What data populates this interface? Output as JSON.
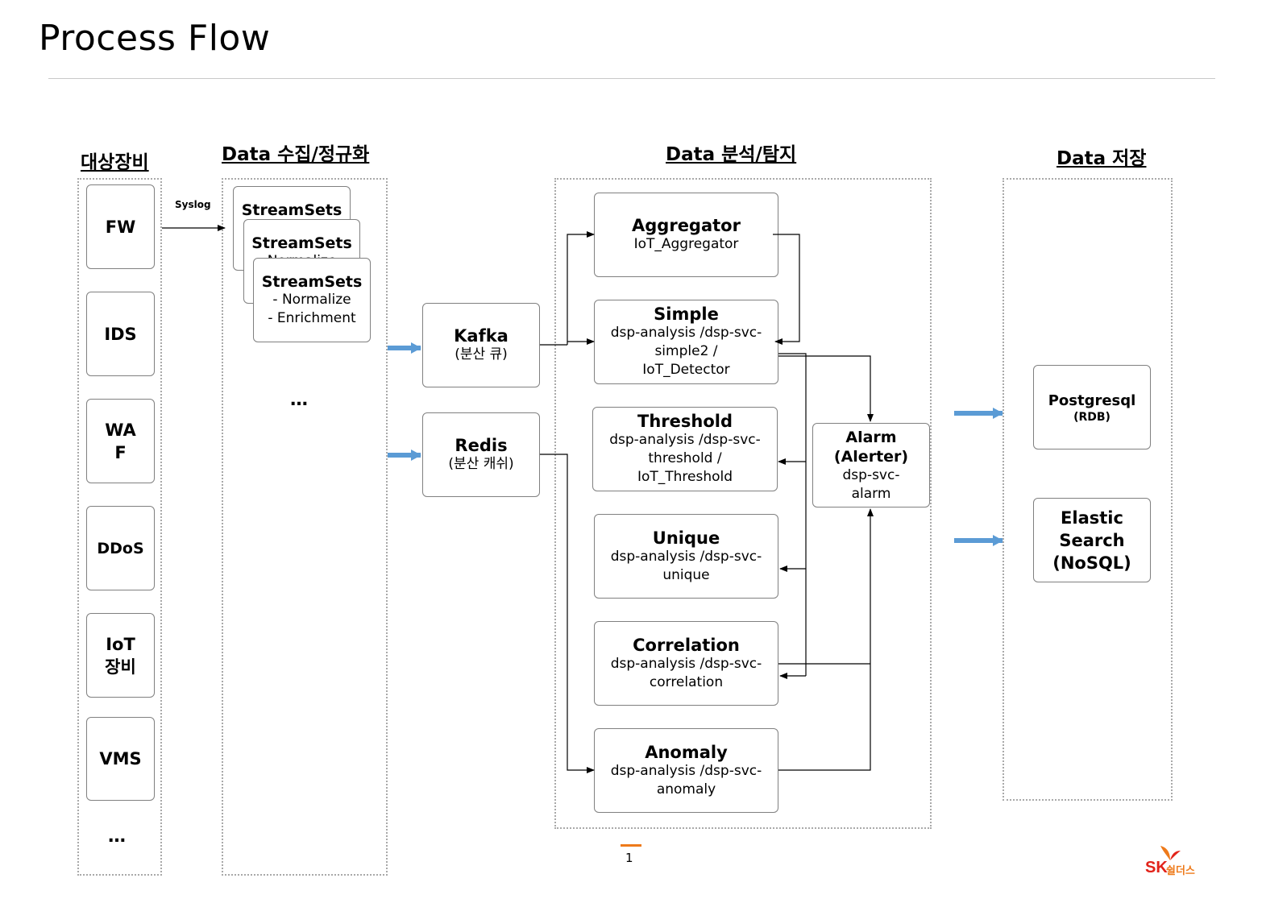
{
  "page": {
    "title": "Process Flow",
    "page_number": "1"
  },
  "columns": {
    "devices": "대상장비",
    "collect": "Data 수집/정규화",
    "analysis": "Data 분석/탐지",
    "storage": "Data 저장"
  },
  "devices": [
    "FW",
    "IDS",
    "WA\nF",
    "DDoS",
    "IoT\n장비",
    "VMS"
  ],
  "devices_more": "…",
  "syslog_label": "Syslog",
  "streamsets": {
    "title": "StreamSets",
    "back_sub": "Normalize",
    "sub1": "- Normalize",
    "sub2": "- Enrichment",
    "more": "…"
  },
  "queues": {
    "kafka": {
      "title": "Kafka",
      "sub": "(분산 큐)"
    },
    "redis": {
      "title": "Redis",
      "sub": "(분산 캐쉬)"
    }
  },
  "detectors": {
    "aggregator": {
      "title": "Aggregator",
      "sub": "IoT_Aggregator"
    },
    "simple": {
      "title": "Simple",
      "sub": "dsp-analysis /dsp-svc-\nsimple2 /\nIoT_Detector"
    },
    "threshold": {
      "title": "Threshold",
      "sub": "dsp-analysis /dsp-svc-\nthreshold /\nIoT_Threshold"
    },
    "unique": {
      "title": "Unique",
      "sub": "dsp-analysis /dsp-svc-\nunique"
    },
    "correlation": {
      "title": "Correlation",
      "sub": "dsp-analysis /dsp-svc-\ncorrelation"
    },
    "anomaly": {
      "title": "Anomaly",
      "sub": "dsp-analysis /dsp-svc-\nanomaly"
    }
  },
  "alarm": {
    "title": "Alarm\n(Alerter)",
    "sub": "dsp-svc-\nalarm"
  },
  "stores": {
    "postgresql": {
      "title": "Postgresql",
      "sub": "(RDB)"
    },
    "elastic": {
      "title": "Elastic\nSearch\n(NoSQL)"
    }
  },
  "logo": {
    "brand": "SK",
    "name": "쉴더스"
  },
  "colors": {
    "flow_arrow": "#5b9bd5",
    "accent": "#ee7a1a",
    "logo_red": "#e2231a"
  }
}
